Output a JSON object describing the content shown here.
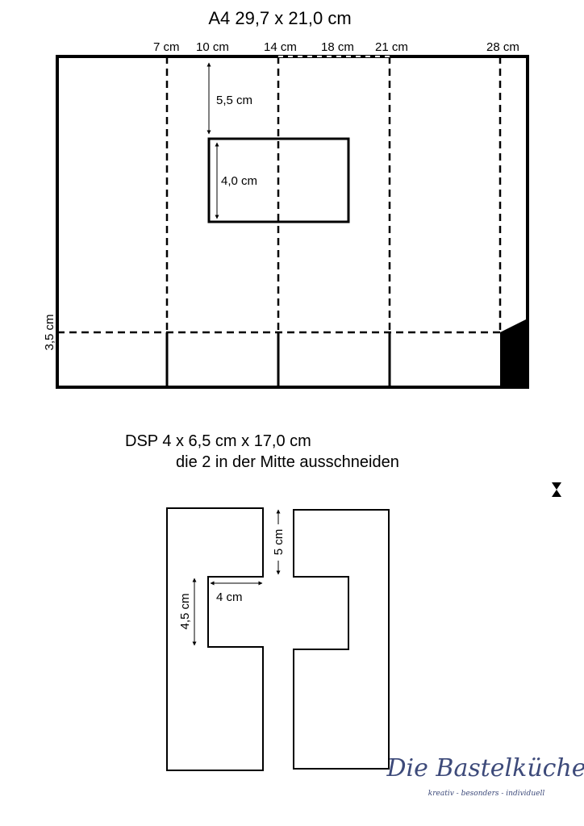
{
  "title": "A4 29,7 x 21,0 cm",
  "top_marks": [
    "7 cm",
    "10 cm",
    "14 cm",
    "18 cm",
    "21 cm",
    "28 cm"
  ],
  "window_labels": {
    "distance": "5,5 cm",
    "height": "4,0 cm"
  },
  "fold_label": "3,5 cm",
  "dsp_title": "DSP 4 x 6,5 cm x 17,0 cm",
  "dsp_instruction": "die 2 in der Mitte ausschneiden",
  "piece_labels": {
    "gap": "5 cm",
    "width": "4 cm",
    "height": "4,5 cm"
  },
  "logo": {
    "name": "Die Bastelküche",
    "tagline": "kreativ - besonders - individuell",
    "color": "#3d4a7a"
  }
}
